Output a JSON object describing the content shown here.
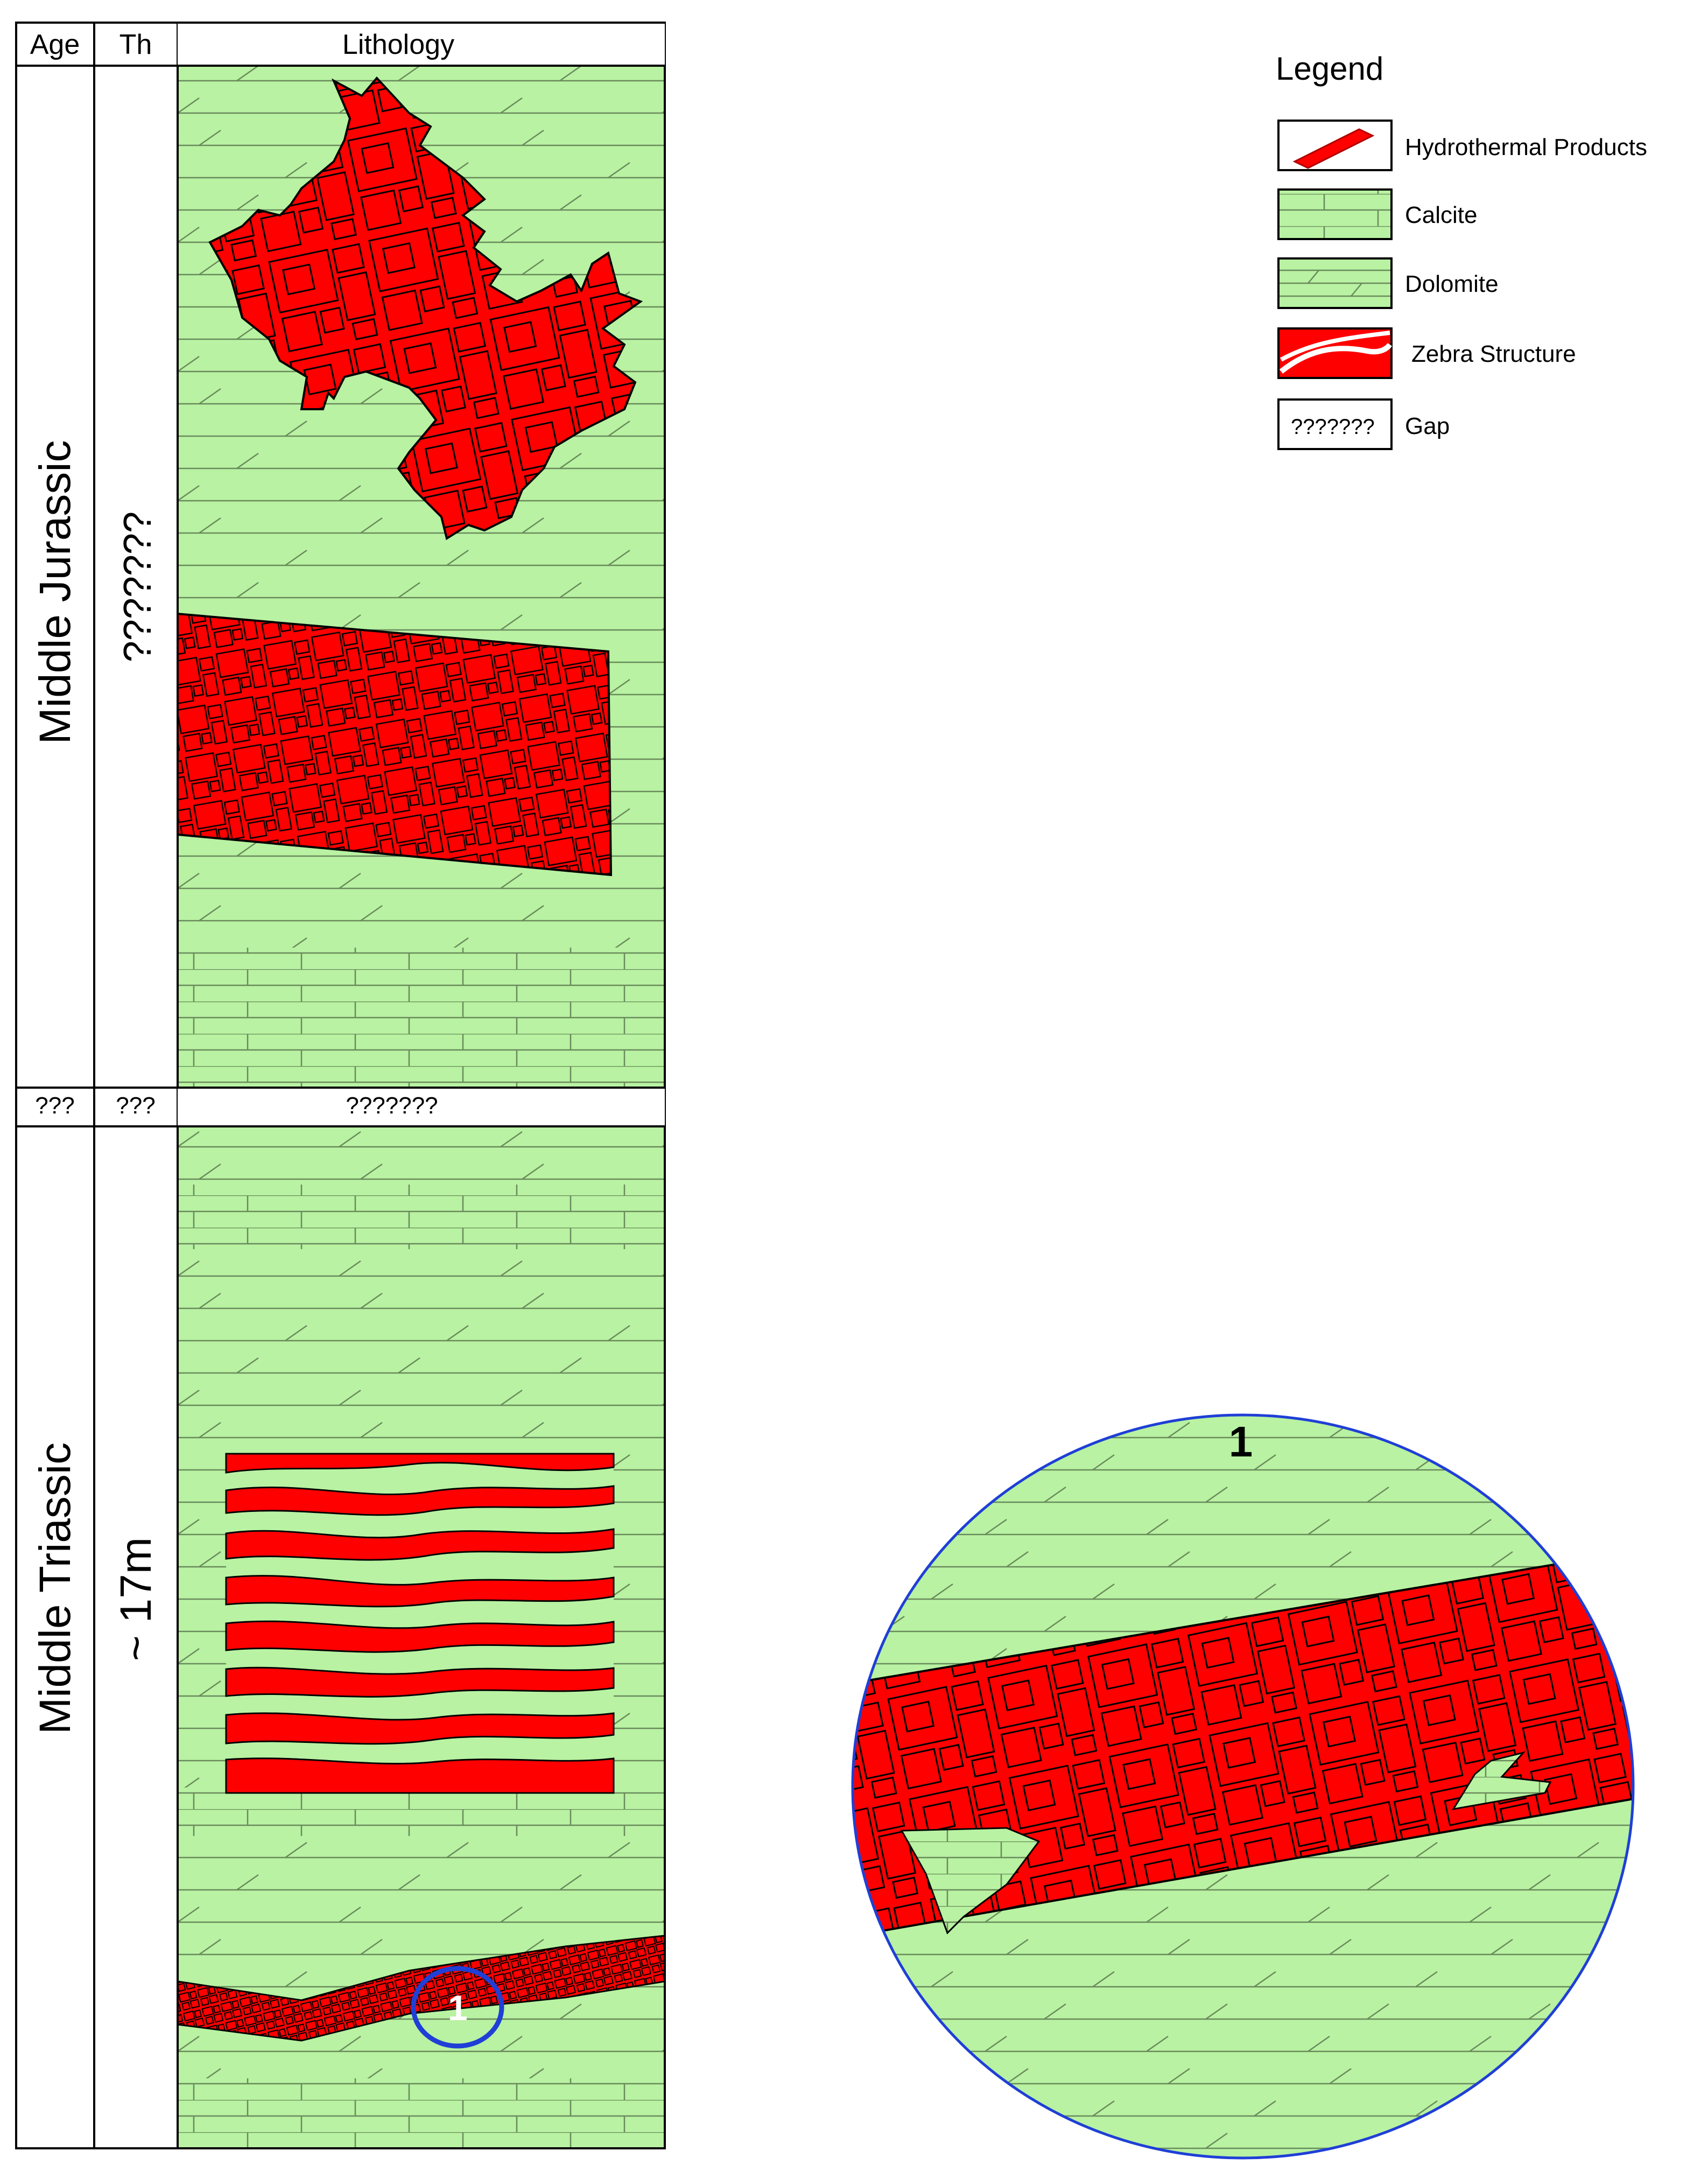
{
  "column": {
    "headers": {
      "age": "Age",
      "thickness": "Th",
      "lithology": "Lithology"
    },
    "upper": {
      "age": "Middle Jurassic",
      "thickness": "???????"
    },
    "gap_row": {
      "age": "???",
      "thickness": "???",
      "lithology": "???????"
    },
    "lower": {
      "age": "Middle Triassic",
      "thickness": "~ 17m",
      "callout_number": "1"
    }
  },
  "legend": {
    "title": "Legend",
    "items": [
      {
        "label": "Hydrothermal Products",
        "pattern": "hydrothermal"
      },
      {
        "label": "Calcite",
        "pattern": "calcite"
      },
      {
        "label": "Dolomite",
        "pattern": "dolomite"
      },
      {
        "label": "Zebra Structure",
        "pattern": "zebra"
      },
      {
        "label": "Gap",
        "pattern": "gap",
        "swatch_text": "???????"
      }
    ]
  },
  "inset": {
    "number": "1"
  },
  "colors": {
    "green": "#b8f2a2",
    "red": "#ff0000",
    "line": "#000000",
    "callout": "#1f3fd6"
  }
}
